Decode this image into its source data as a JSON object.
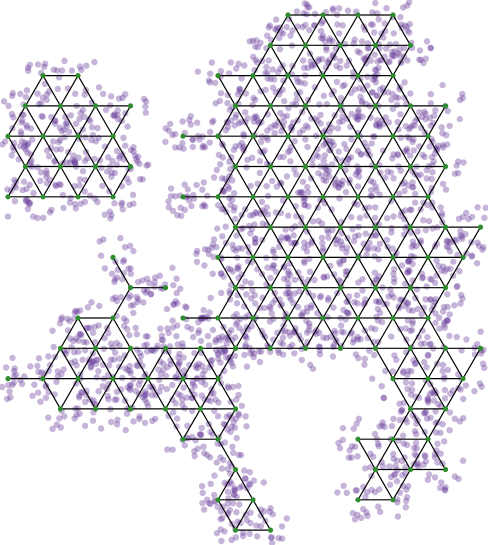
{
  "diagram": {
    "kind": "triangular-lattice-point-cloud",
    "colors": {
      "background": "#ffffff",
      "edge": "#000000",
      "node": "#2e8b2e",
      "points": "#6a3d9a"
    },
    "regions": [
      {
        "id": "top-left-hexagon",
        "point_count": 260
      },
      {
        "id": "right-large-region",
        "point_count": 1550
      },
      {
        "id": "bottom-left-region",
        "point_count": 560
      }
    ]
  }
}
